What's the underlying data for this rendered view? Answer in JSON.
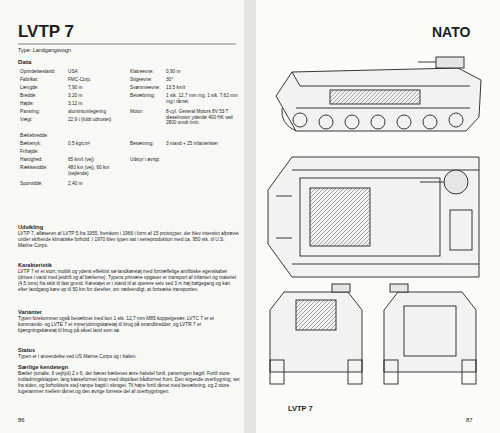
{
  "diagram": {
    "title": "LVTP 7",
    "caption": "LVTP 7",
    "labels": [
      "Type: Landgangsvogn",
      "Data",
      "Oprindelsesland:",
      "USA",
      "Fabrikat:",
      "FMC-Corp.",
      "Længde:",
      "7,90 m",
      "Bredde:",
      "3,20 m",
      "Højde:",
      "3,12 m",
      "Pansring:",
      "aluminiumlegering",
      "Vægt:",
      "22,9 t (fuldt udrustet)",
      "Bæltebredde:",
      "Bæltetryk:",
      "0,5 kg/cm²",
      "Frihøjde:",
      "Hastighed:",
      "65 km/t (vej)",
      "Rækkevidde:",
      "480 km (vej), 60 km (sejlende)",
      "Sporvidde:",
      "2,40 m",
      "Klatreevne:",
      "0,90 m",
      "Stigeevne:",
      "30°",
      "Svømmeevne:",
      "13,5 km/t",
      "Bevæbning:",
      "1 stk. 12,7 mm mg, 1 stk. 7,62 mm mg i tårnet",
      "Motor:",
      "8-cyl. General Motors 8V 53 T dieselmotor ydende 400 HK ved 2800 omdr./min.",
      "Besætning:",
      "3 mand + 25 infanterister",
      "Udstyr i øvrigt:",
      "Udvikling",
      "LVTP 7, afløseren af LVTP 5 fra 1955, fremkom i 1966 i form af 15 prototyper, der blev intensivt afprøvet under skiftende klimatiske forhold. I 1970 blev typen sat i serieproduktion med ca. 950 stk. til U.S. Marine Corps.",
      "Karakteristik",
      "LVTP 7 er et stort, mobilt og yderst effektivt sø-landkøretøj med fortræffelige amfibiske egenskaber (drives i vand med jetdrift og af bælterne). Typens primære opgaver er transport af infanteri og materiel (4,5 tons) fra skib til fast grund. Køretøjet er i stand til at operere selv ved 3 m høj bølgegang og kan efter landgang køre op til 50 km for derefter, om nødvendigt, at fortsætte transporten.",
      "Varianter",
      "Typen forekommer også bevæbnet med kun 1 stk. 12,7 mm M85 koppelgevær. LVTC 7 er et kommando- og LVTE 7 et minerydningskøretøj til brug på strandbredder, og LVTR 7 er bjærgningskøretøj til brug på såvel land som sø.",
      "Status",
      "Typen er i anvendelse ved US Marine Corps og i Italien.",
      "Særlige kendetegn",
      "Bælter (smalle, 6 vejhjul) 2 x 6, der bærer bæltenes øvre halvdel fortil, pansringen bagtil. Fortil store indladningsklapper, lang kasseformet krop med tilspidset bådformet front. Den stigende overbygning, set fra siden, og forholdsvis stejl rampe bagtil i skroget. Til højre fortil tårnet med bevæbning, og 2 store lugerammer mellem tårnet og den øvrige forreste del af overbygningen.",
      "86",
      "NATO",
      "87"
    ]
  }
}
